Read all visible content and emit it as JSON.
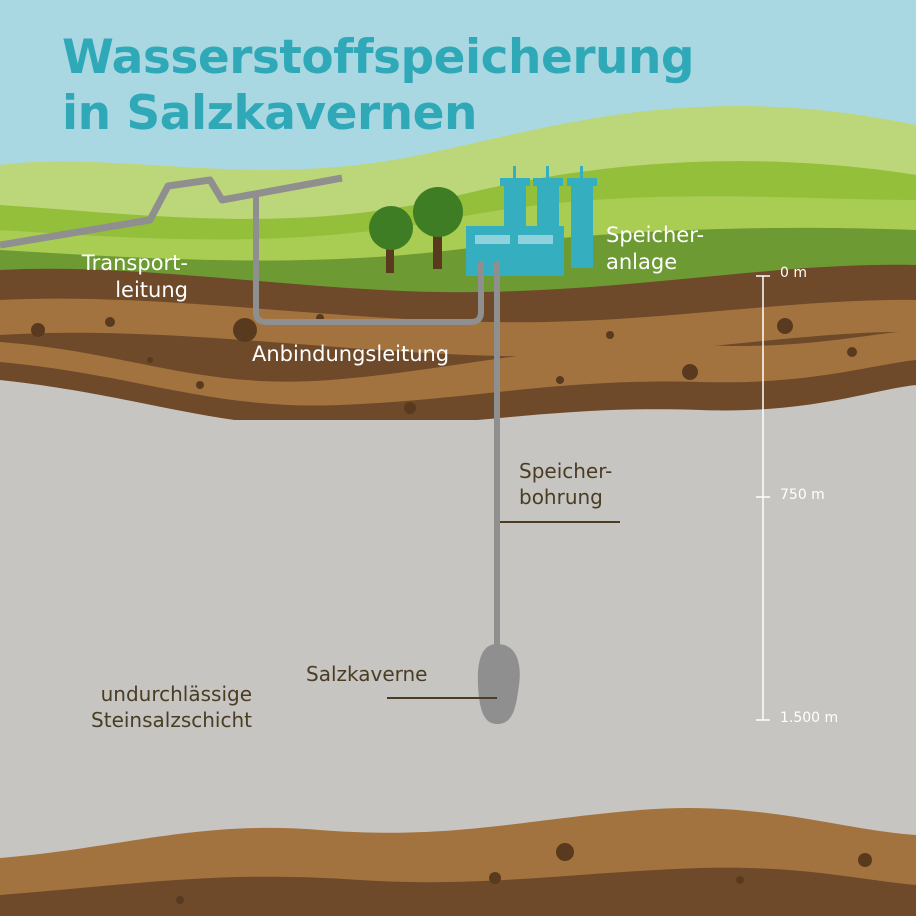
{
  "title": {
    "line1": "Wasserstoffspeicherung",
    "line2": "in Salzkavernen"
  },
  "labels": {
    "transport_line1": "Transport-",
    "transport_line2": "leitung",
    "storage_plant_line1": "Speicher-",
    "storage_plant_line2": "anlage",
    "connection": "Anbindungsleitung",
    "storage_well_line1": "Speicher-",
    "storage_well_line2": "bohrung",
    "cavern": "Salzkaverne",
    "salt_layer_line1": "undurchlässige",
    "salt_layer_line2": "Steinsalzschicht"
  },
  "depth_scale": {
    "marks": [
      "0 m",
      "750 m",
      "1.500 m"
    ]
  },
  "colors": {
    "title": "#2fa9b8",
    "sky": "#a9d8e2",
    "plant": "#35afc0",
    "salt": "#c6c5c2",
    "pipe": "#8f8f8f",
    "label_dark": "#4a3d24"
  }
}
